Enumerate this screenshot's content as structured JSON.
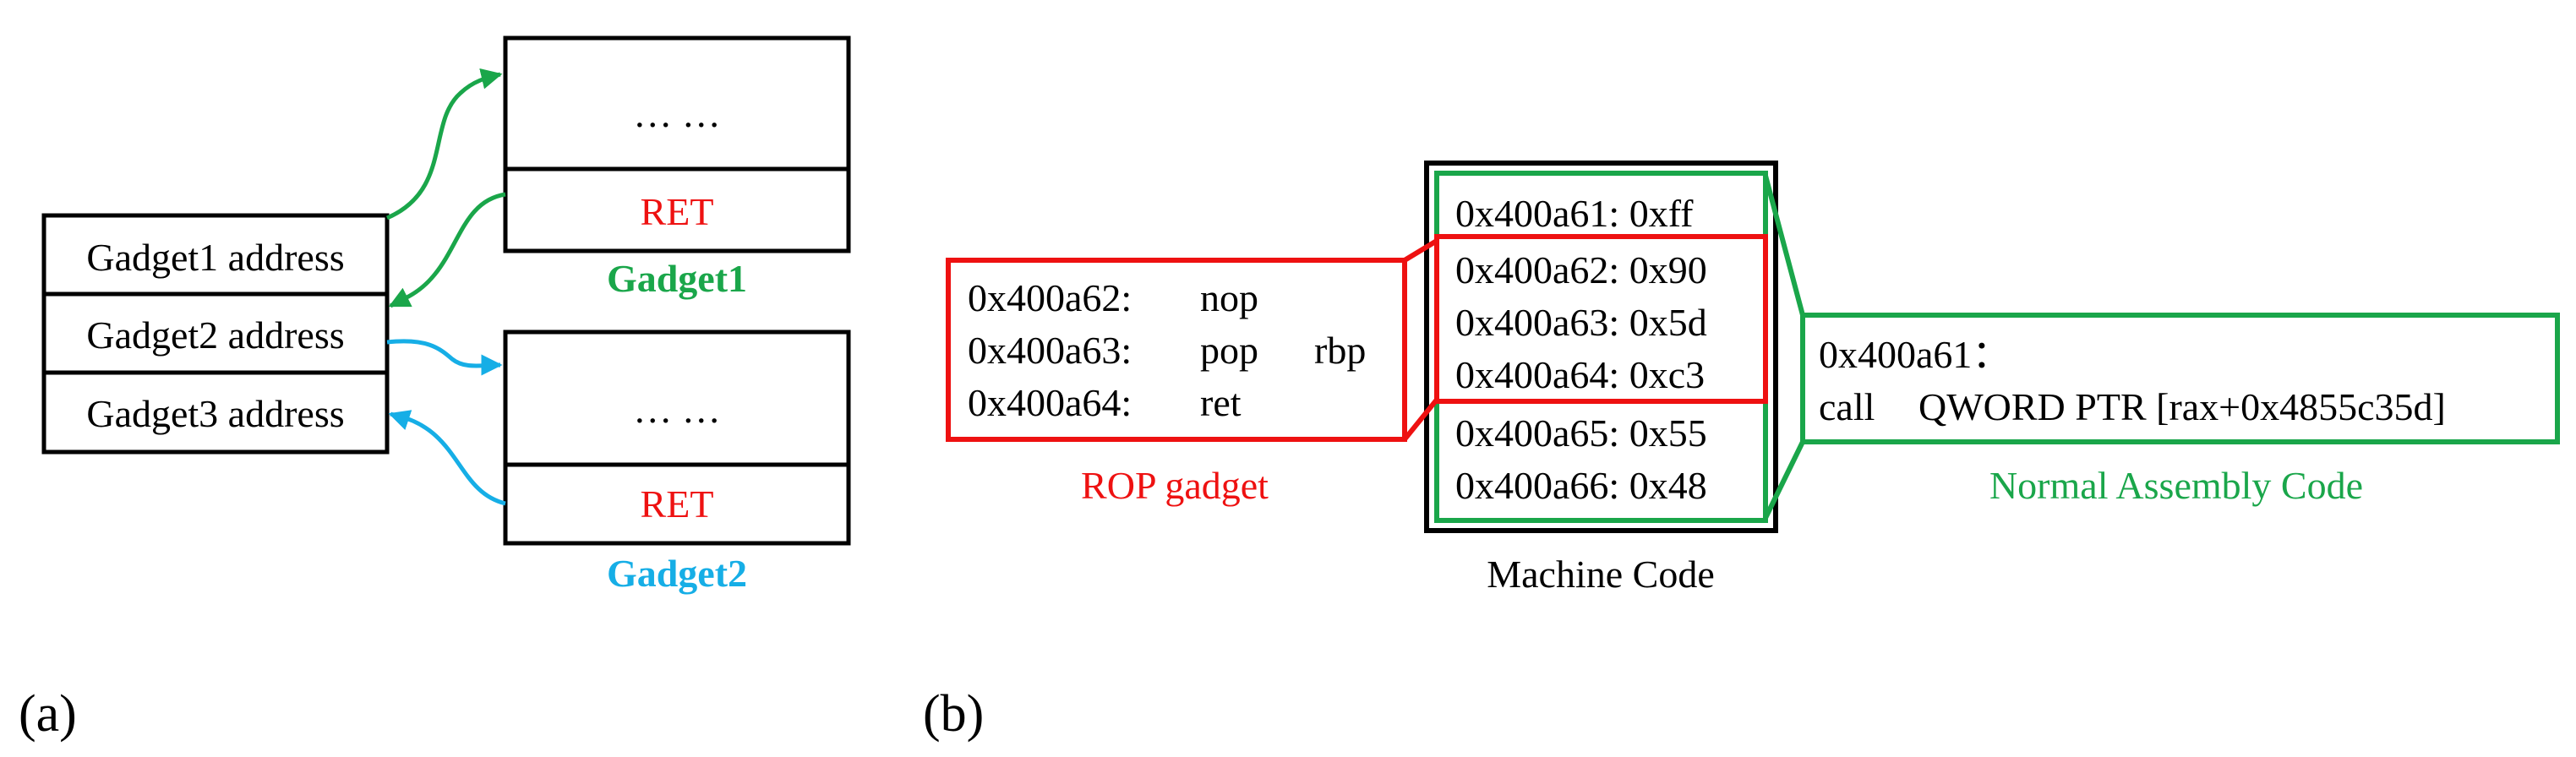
{
  "panel_a": {
    "panel_label": "(a)",
    "stack": [
      "Gadget1 address",
      "Gadget2 address",
      "Gadget3 address"
    ],
    "gadget1": {
      "dots": "… …",
      "ret": "RET",
      "label": "Gadget1"
    },
    "gadget2": {
      "dots": "… …",
      "ret": "RET",
      "label": "Gadget2"
    }
  },
  "panel_b": {
    "panel_label": "(b)",
    "rop": {
      "lines": [
        {
          "addr": "0x400a62:",
          "op": "nop",
          "arg": ""
        },
        {
          "addr": "0x400a63:",
          "op": "pop",
          "arg": "rbp"
        },
        {
          "addr": "0x400a64:",
          "op": "ret",
          "arg": ""
        }
      ],
      "caption": "ROP gadget"
    },
    "machine": {
      "lines": [
        "0x400a61: 0xff",
        "0x400a62: 0x90",
        "0x400a63: 0x5d",
        "0x400a64: 0xc3",
        "0x400a65: 0x55",
        "0x400a66: 0x48"
      ],
      "caption": "Machine Code"
    },
    "normal": {
      "line1": "0x400a61：",
      "line2_op": "call",
      "line2_arg": "QWORD PTR [rax+0x4855c35d]",
      "caption": "Normal Assembly Code"
    }
  },
  "colors": {
    "black": "#000000",
    "red": "#ee1111",
    "green": "#1aa64a",
    "blue": "#16aee6"
  }
}
